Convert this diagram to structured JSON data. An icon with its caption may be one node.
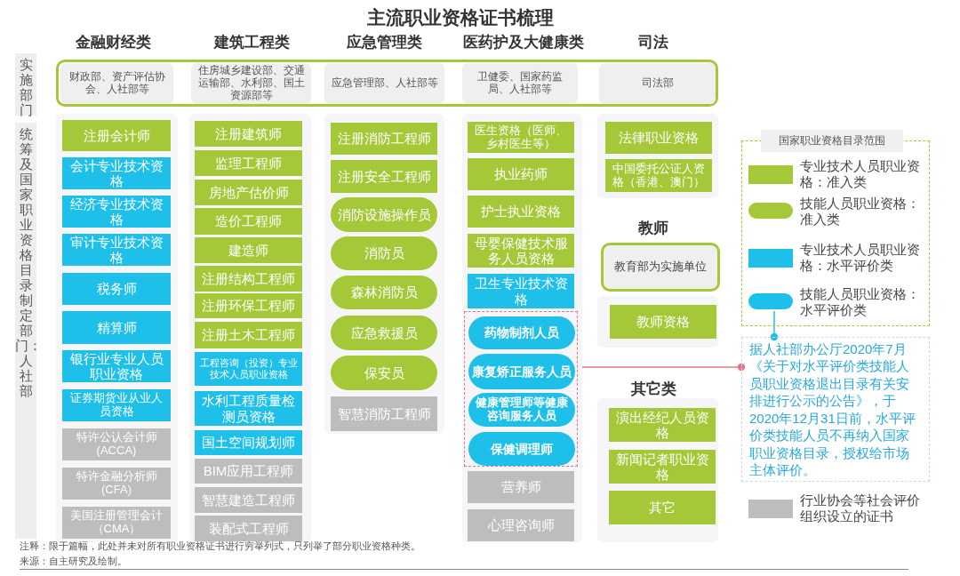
{
  "diagram": {
    "title": "主流职业资格证书梳理",
    "nodes": [
      {
        "text": [
          "财政部、资产评估协会、人社部等"
        ]
      },
      {
        "text": [
          "住房城乡建设部、交通运输部、水利部、国土资源部等"
        ]
      },
      {
        "text": [
          "应急管理部、人社部等"
        ]
      },
      {
        "text": [
          "卫健委、国家药监局、人社部等"
        ]
      },
      {
        "text": [
          "司法部"
        ]
      },
      {
        "text": [
          "注册会计师"
        ]
      },
      {
        "text": [
          "会计专业技术资格"
        ]
      },
      {
        "text": [
          "经济专业技术资格"
        ]
      },
      {
        "text": [
          "审计专业技术资格"
        ]
      },
      {
        "text": [
          "税务师"
        ]
      },
      {
        "text": [
          "精算师"
        ]
      },
      {
        "text": [
          "银行业专业人员职业资格"
        ]
      },
      {
        "text": [
          "证券期货业从业人员资格"
        ]
      },
      {
        "text": [
          "特许公认会计师(ACCA)"
        ]
      },
      {
        "text": [
          "特许金融分析师(CFA)"
        ]
      },
      {
        "text": [
          "美国注册管理会计（CMA）"
        ]
      },
      {
        "text": [
          "注册建筑师"
        ]
      },
      {
        "text": [
          "监理工程师"
        ]
      },
      {
        "text": [
          "房地产估价师"
        ]
      },
      {
        "text": [
          "造价工程师"
        ]
      },
      {
        "text": [
          "建造师"
        ]
      },
      {
        "text": [
          "注册结构工程师"
        ]
      },
      {
        "text": [
          "注册环保工程师"
        ]
      },
      {
        "text": [
          "注册土木工程师"
        ]
      },
      {
        "text": [
          "工程咨询（投资）专业技术人员职业资格"
        ]
      },
      {
        "text": [
          "水利工程质量检测员资格"
        ]
      },
      {
        "text": [
          "国土空间规划师"
        ]
      },
      {
        "text": [
          "BIM应用工程师"
        ]
      },
      {
        "text": [
          "智慧建造工程师"
        ]
      },
      {
        "text": [
          "装配式工程师"
        ]
      },
      {
        "text": [
          "注册消防工程师"
        ]
      },
      {
        "text": [
          "注册安全工程师"
        ]
      },
      {
        "text": [
          "消防设施操作员"
        ]
      },
      {
        "text": [
          "消防员"
        ]
      },
      {
        "text": [
          "森林消防员"
        ]
      },
      {
        "text": [
          "应急救援员"
        ]
      },
      {
        "text": [
          "保安员"
        ]
      },
      {
        "text": [
          "智慧消防工程师"
        ]
      },
      {
        "text": [
          "医生资格（医师、乡村医生等）"
        ]
      },
      {
        "text": [
          "执业药师"
        ]
      },
      {
        "text": [
          "护士执业资格"
        ]
      },
      {
        "text": [
          "母婴保健技术服务人员资格"
        ]
      },
      {
        "text": [
          "卫生专业技术资格"
        ]
      },
      {
        "text": [],
        "shape": "box"
      },
      {
        "text": [
          "药物制剂人员"
        ],
        "in": 43
      },
      {
        "text": [
          "康复矫正服务人员"
        ],
        "in": 43
      },
      {
        "text": [
          "健康管理师等健康咨询服务人员"
        ],
        "in": 43
      },
      {
        "text": [
          "保健调理师"
        ],
        "in": 43
      },
      {
        "text": [
          "营养师"
        ]
      },
      {
        "text": [
          "心理咨询师"
        ]
      },
      {
        "text": [
          "法律职业资格"
        ]
      },
      {
        "text": [
          "中国委托公证人资格（香港、澳门）"
        ]
      },
      {
        "text": [
          "教育部为实施单位"
        ]
      },
      {
        "text": [
          "教师资格"
        ]
      },
      {
        "text": [
          "演出经纪人员资格"
        ]
      },
      {
        "text": [
          "新闻记者职业资格"
        ]
      },
      {
        "text": [
          "其它"
        ]
      },
      {
        "text": [
          "据人社部办公厅2020年7月《关于对水平评价类技能人员职业资格退出目录有关安排进行公示的公告》，于2020年12月31日前，水平评价类技能人员不再纳入国家职业资格目录，授权给市场主体评价。"
        ]
      }
    ],
    "edges": [
      {
        "from": 43,
        "to": 57,
        "arrow": "other"
      },
      {
        "from": null,
        "to": 57,
        "arrow": "other",
        "color": "#1ec0ea"
      }
    ],
    "labels": [
      "金融财经类",
      "建筑工程类",
      "应急管理类",
      "医药护及大健康类",
      "司法",
      "实施部门",
      "统筹及国家职业资格目录制定部门：人社部",
      "教师",
      "其它类",
      "国家职业资格目录范围",
      "注释：限于篇幅，此处并未对所有职业资格证书进行穷举列式，只列举了部分职业资格种类。",
      "来源：自主研究及绘制。"
    ],
    "legend": [
      {
        "text": "专业技术人员职业资格：准入类",
        "color": "#a5c838"
      },
      {
        "text": "技能人员职业资格：准入类",
        "color": "#a5c838"
      },
      {
        "text": "专业技术人员职业资格：水平评价类",
        "color": "#1ec0ea"
      },
      {
        "text": "技能人员职业资格：水平评价类",
        "color": "#1ec0ea"
      },
      {
        "text": "行业协会等社会评价组织设立的证书",
        "color": "#bdbdbd"
      }
    ]
  }
}
